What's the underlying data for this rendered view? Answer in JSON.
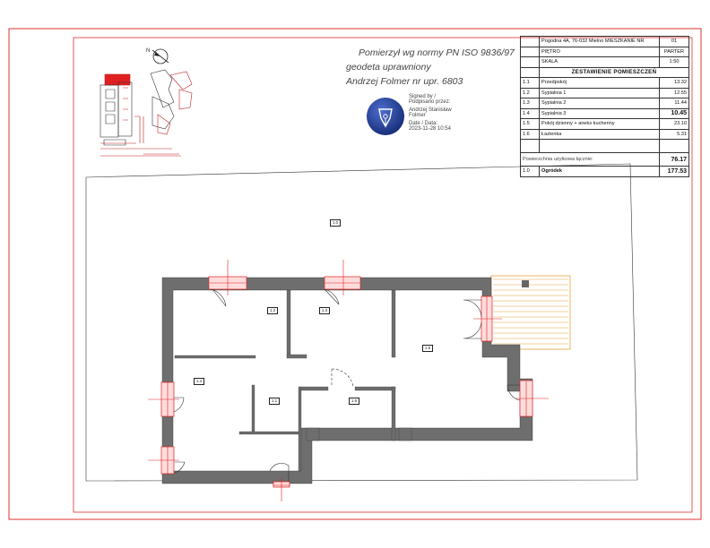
{
  "surveyor": {
    "line1": "Pomierzył wg normy  PN ISO 9836/97",
    "line2": "geodeta uprawniony",
    "line3": "Andrzej Folmer nr upr. 6803"
  },
  "signature": {
    "signed_by": "Signed by /",
    "signed_by_pl": "Podpisano przez:",
    "name1": "Andrzej Stanisław",
    "name2": "Folmer",
    "date_label": "Date / Data:",
    "date": "2023-11-28 10:54"
  },
  "compass": {
    "north": "N"
  },
  "info_table": {
    "address": "Pogodna 4A, 76-032 Mielno MIESZKANIE NR",
    "apartment_no": "01",
    "floor_label": "PIĘTRO",
    "floor_value": "PARTER",
    "scale_label": "SKALA",
    "scale_value": "1:50",
    "heading": "ZESTAWIENIE POMIESZCZEŃ",
    "rooms": [
      {
        "no": "1.1",
        "name": "Przedpokój",
        "area": "13.32"
      },
      {
        "no": "1.2",
        "name": "Sypialnia 1",
        "area": "12.55"
      },
      {
        "no": "1.3",
        "name": "Sypialnia 2",
        "area": "11.44"
      },
      {
        "no": "1.4",
        "name": "Sypialnia 3",
        "area": "10.45"
      },
      {
        "no": "1.5",
        "name": "Pokój dzienny + aneks kuchenny",
        "area": "23.10"
      },
      {
        "no": "1.6",
        "name": "Łazienka",
        "area": "5.31"
      }
    ],
    "total_label": "Powierzchnia użytkowa łącznie:",
    "total_value": "76.17",
    "garden_no": "1.0",
    "garden_name": "Ogródek",
    "garden_area": "177.53"
  },
  "plan_labels": {
    "garden": "1.0",
    "room_a": "1.2",
    "room_b": "1.3",
    "room_c": "1.4",
    "room_d": "1.1",
    "room_e": "1.5",
    "room_f": "1.6"
  },
  "colors": {
    "frame": "#e03030",
    "wall": "#6e6e6e",
    "terrace": "#e8a040",
    "badge": "#1f3a8a",
    "highlight": "#e02020"
  }
}
